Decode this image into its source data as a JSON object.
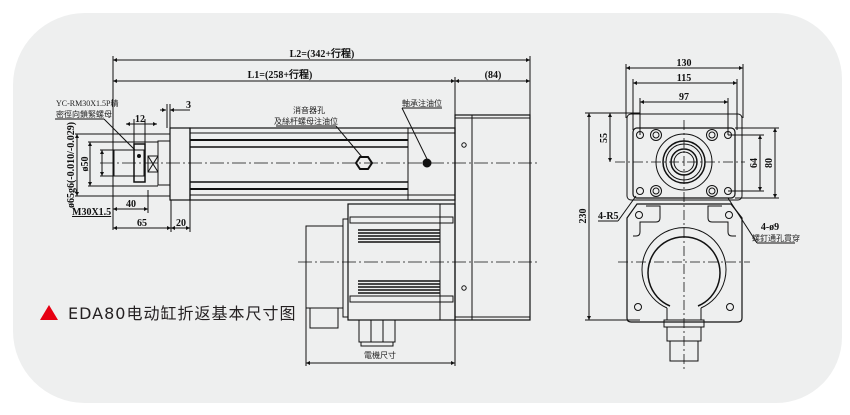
{
  "caption": {
    "marker_icon": "red-triangle-icon",
    "marker_color": "#e60012",
    "text": "EDA80电动缸折返基本尺寸图"
  },
  "side_view": {
    "dimensions": {
      "l2": "L2=(342+行程)",
      "l1": "L1=(258+行程)",
      "d84": "(84)",
      "d3": "3",
      "d12": "12",
      "d40": "40",
      "d65": "65",
      "d20": "20",
      "d50": "ø50",
      "d65g6": "ø65g6(-0.010/-0.029)",
      "thread": "M30X1.5",
      "motor": "電機尺寸"
    },
    "notes": {
      "nut_line1": "YC-RM30X1.5P精",
      "nut_line2": "密徑向鎖緊螺母",
      "vent_line1": "消音器孔",
      "vent_line2": "及絲杆螺母注油位",
      "bearing": "軸承注油位"
    }
  },
  "front_view": {
    "dimensions": {
      "d130": "130",
      "d115": "115",
      "d97": "97",
      "d55": "55",
      "d64": "64",
      "d80": "80",
      "d230": "230",
      "r5": "4-R5",
      "holes": "4-ø9"
    },
    "notes": {
      "holes_desc": "螺釘通孔貫穿"
    }
  },
  "colors": {
    "background": "#ffffff",
    "card": "#eeefef",
    "line": "#111111"
  }
}
